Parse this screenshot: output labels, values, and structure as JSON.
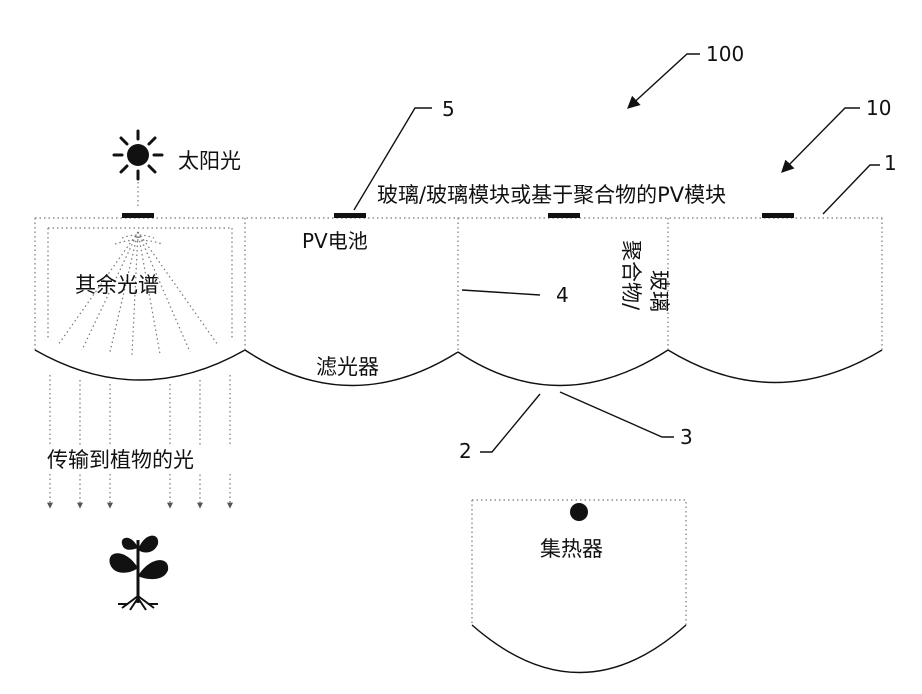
{
  "labels": {
    "sunlight": "太阳光",
    "module": "玻璃/玻璃模块或基于聚合物的PV模块",
    "pv_cell": "PV电池",
    "remaining_spectrum": "其余光谱",
    "filter": "滤光器",
    "polymer_glass_line1": "聚合物/",
    "polymer_glass_line2": "玻璃",
    "transmitted_light": "传输到植物的光",
    "collector": "集热器"
  },
  "refs": {
    "r100": "100",
    "r10": "10",
    "r1": "1",
    "r5": "5",
    "r4": "4",
    "r2": "2",
    "r3": "3"
  }
}
